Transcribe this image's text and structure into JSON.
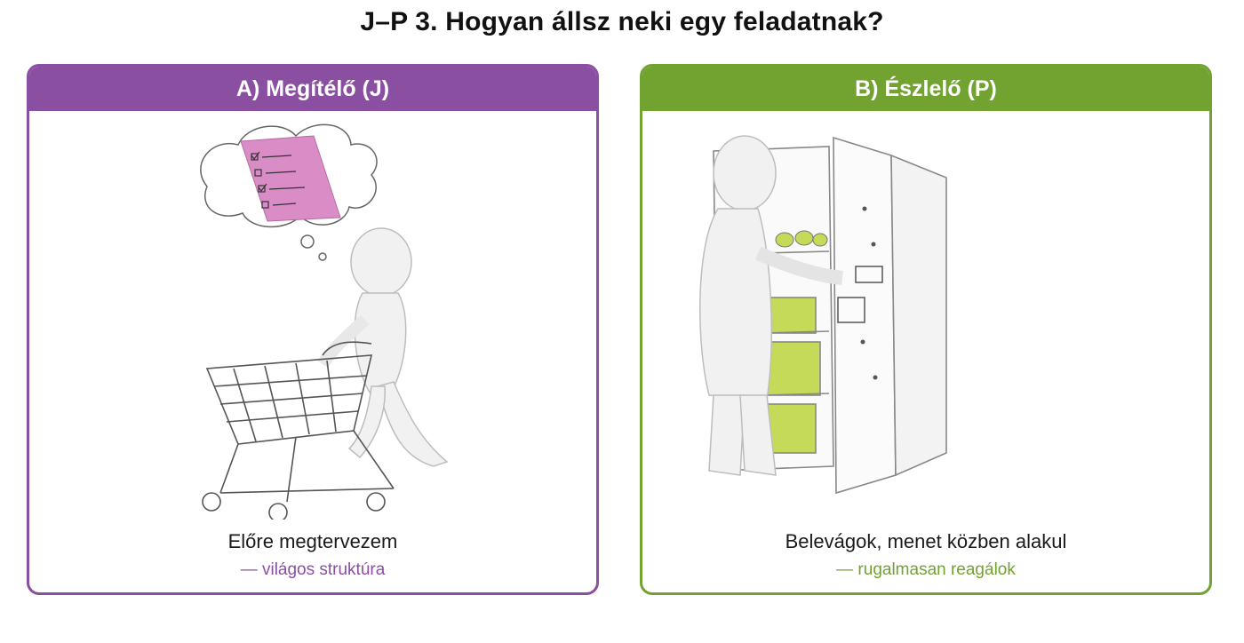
{
  "title": "J–P 3. Hogyan állsz neki egy feladatnak?",
  "colors": {
    "purple": "#8b4fa2",
    "green": "#72a330",
    "pink": "#d98cc6",
    "lime": "#c6da5a"
  },
  "cards": [
    {
      "header": "A) Megítélő (J)",
      "caption": "Előre megtervezem",
      "subcaption": "— világos struktúra",
      "icon": "shopping-cart-figure-icon"
    },
    {
      "header": "B) Észlelő (P)",
      "caption": "Belevágok, menet közben alakul",
      "subcaption": "— rugalmasan reagálok",
      "icon": "fridge-figure-icon"
    }
  ]
}
